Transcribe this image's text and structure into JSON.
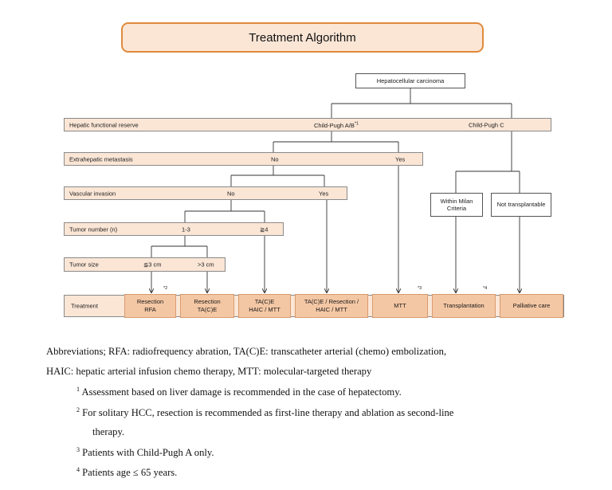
{
  "title": "Treatment Algorithm",
  "root": "Hepatocellular carcinoma",
  "rows": {
    "hepatic": {
      "label": "Hepatic functional reserve",
      "opt1": "Child-Pugh A/B",
      "opt1_sup": "*1",
      "opt2": "Child-Pugh C"
    },
    "extrahepatic": {
      "label": "Extrahepatic metastasis",
      "no": "No",
      "yes": "Yes"
    },
    "vascular": {
      "label": "Vascular invasion",
      "no": "No",
      "yes": "Yes"
    },
    "number": {
      "label": "Tumor number (n)",
      "opt1": "1-3",
      "opt2": "≧4"
    },
    "size": {
      "label": "Tumor size",
      "opt1": "≦3 cm",
      "opt2": ">3 cm"
    },
    "treatment": {
      "label": "Treatment"
    }
  },
  "criteria": {
    "milan": "Within Milan Criteria",
    "not_transplantable": "Not transplantable"
  },
  "treatments": [
    {
      "line1": "Resection",
      "line2": "RFA",
      "sup": "*2"
    },
    {
      "line1": "Resection",
      "line2": "TA(C)E",
      "sup": ""
    },
    {
      "line1": "TA(C)E",
      "line2": "HAIC / MTT",
      "sup": ""
    },
    {
      "line1": "TA(C)E / Resection /",
      "line2": "HAIC / MTT",
      "sup": ""
    },
    {
      "line1": "MTT",
      "line2": "",
      "sup": "*3"
    },
    {
      "line1": "Transplantation",
      "line2": "",
      "sup": "*4"
    },
    {
      "line1": "Palliative care",
      "line2": "",
      "sup": ""
    }
  ],
  "abbreviations": {
    "line1": "Abbreviations; RFA: radiofrequency abration, TA(C)E: transcatheter arterial (chemo) embolization,",
    "line2": "HAIC: hepatic arterial infusion chemo therapy,    MTT: molecular-targeted therapy"
  },
  "footnotes": [
    {
      "num": "1",
      "text": "Assessment based on liver damage is recommended in the case of hepatectomy."
    },
    {
      "num": "2",
      "text": "For solitary HCC, resection is recommended as first-line therapy and ablation as second-line"
    },
    {
      "num": "",
      "text": "therapy."
    },
    {
      "num": "3",
      "text": "Patients with Child-Pugh A only."
    },
    {
      "num": "4",
      "text": "Patients age ≤ 65 years."
    }
  ]
}
